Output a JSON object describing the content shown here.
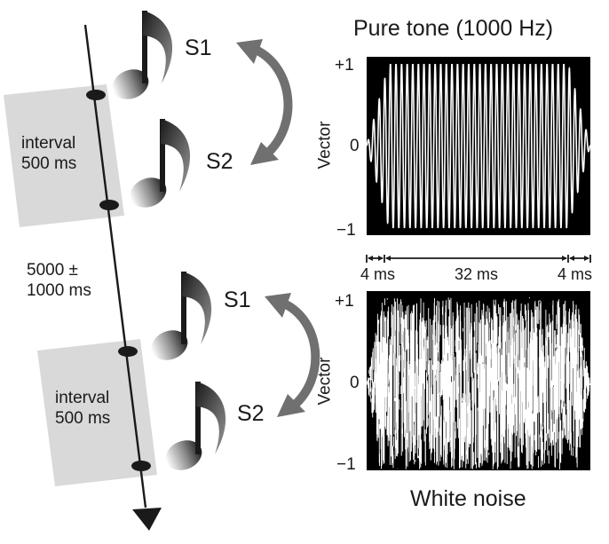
{
  "sequence": [
    {
      "interval_label": "interval\n500 ms",
      "s1_label": "S1",
      "s2_label": "S2"
    },
    {
      "interval_label": "interval\n500 ms",
      "s1_label": "S1",
      "s2_label": "S2"
    }
  ],
  "inter_trial_label": "5000 ±\n1000 ms",
  "pure_tone": {
    "title": "Pure tone (1000 Hz)",
    "y_label": "Vector",
    "y_ticks": [
      "+1",
      "0",
      "−1"
    ]
  },
  "durations": {
    "ramp_on": "4 ms",
    "plateau": "32 ms",
    "ramp_off": "4 ms"
  },
  "white_noise": {
    "title": "White noise",
    "y_label": "Vector",
    "y_ticks": [
      "+1",
      "0",
      "−1"
    ]
  },
  "colors": {
    "ink": "#1a1a1a",
    "interval_box": "#d9d9d9",
    "swap_arrow": "#707070",
    "waveform": "#ffffff",
    "panel": "#000000"
  }
}
